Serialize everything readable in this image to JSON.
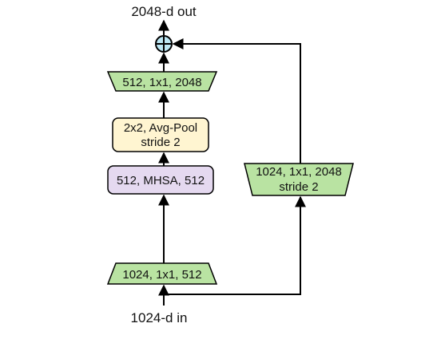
{
  "diagram": {
    "output_label": "2048-d out",
    "input_label": "1024-d in",
    "sum_symbol": "add-circle",
    "blocks": {
      "conv_in": {
        "line1": "1024, 1x1, 512",
        "shape": "trapezoid-wide-bottom",
        "color": "#b9e3a2"
      },
      "mhsa": {
        "line1": "512, MHSA, 512",
        "shape": "rounded-rect",
        "color": "#e5d9f0"
      },
      "avgpool": {
        "line1": "2x2, Avg-Pool",
        "line2": "stride 2",
        "shape": "rounded-rect",
        "color": "#fff5d1"
      },
      "conv_out": {
        "line1": "512, 1x1, 2048",
        "shape": "trapezoid-wide-top",
        "color": "#b9e3a2"
      },
      "shortcut": {
        "line1": "1024, 1x1, 2048",
        "line2": "stride 2",
        "shape": "trapezoid-wide-top",
        "color": "#b9e3a2"
      }
    },
    "colors": {
      "green_block": "#b9e3a2",
      "mhsa_block": "#e5d9f0",
      "pool_block": "#fff5d1",
      "sum_node": "#bde8f5",
      "stroke": "#000000"
    }
  }
}
